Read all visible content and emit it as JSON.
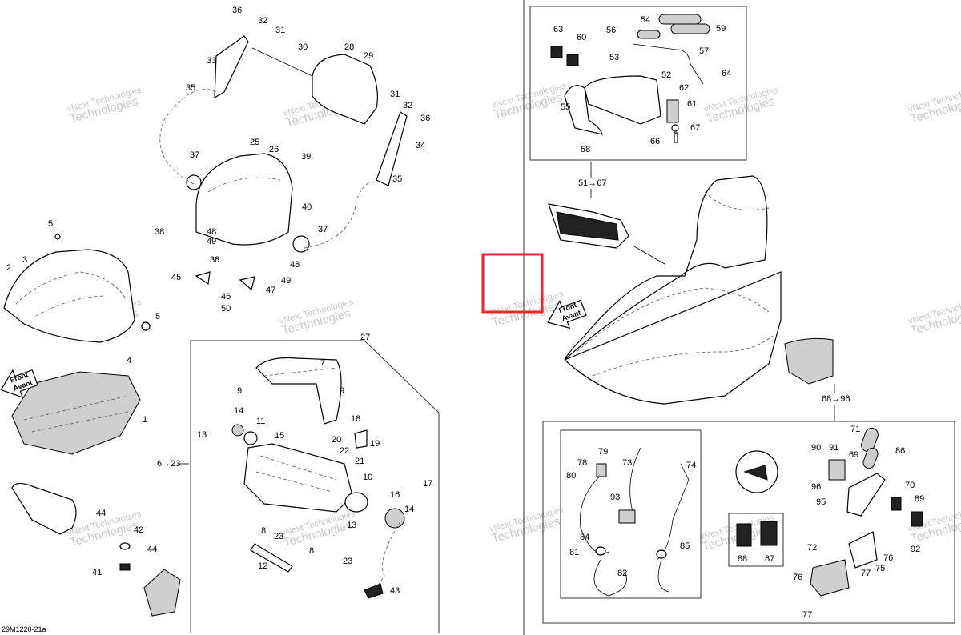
{
  "document_code": "29M1220-21a",
  "watermark": {
    "line1": "vNext Technologies",
    "line2": "Technologies"
  },
  "front_arrow": {
    "line1": "Front",
    "line2": "Avant"
  },
  "range_labels": {
    "r_6_23": "6→23",
    "r_51_67": "51→67",
    "r_68_96": "68→96"
  },
  "callouts": {
    "c1": "1",
    "c2": "2",
    "c3": "3",
    "c4": "4",
    "c5a": "5",
    "c5b": "5",
    "c7": "7",
    "c8a": "8",
    "c8b": "8",
    "c9a": "9",
    "c9b": "9",
    "c10": "10",
    "c11": "11",
    "c12": "12",
    "c13a": "13",
    "c13b": "13",
    "c14a": "14",
    "c14b": "14",
    "c15": "15",
    "c16": "16",
    "c17": "17",
    "c18": "18",
    "c19": "19",
    "c20": "20",
    "c21": "21",
    "c22": "22",
    "c23a": "23",
    "c23b": "23",
    "c25": "25",
    "c26": "26",
    "c27": "27",
    "c28": "28",
    "c29": "29",
    "c30": "30",
    "c31a": "31",
    "c31b": "31",
    "c32a": "32",
    "c32b": "32",
    "c33": "33",
    "c34": "34",
    "c35a": "35",
    "c35b": "35",
    "c36a": "36",
    "c36b": "36",
    "c37a": "37",
    "c37b": "37",
    "c38a": "38",
    "c38b": "38",
    "c39": "39",
    "c40": "40",
    "c41": "41",
    "c42": "42",
    "c43": "43",
    "c44a": "44",
    "c44b": "44",
    "c45": "45",
    "c46": "46",
    "c47": "47",
    "c48a": "48",
    "c48b": "48",
    "c49a": "49",
    "c49b": "49",
    "c50": "50",
    "c52": "52",
    "c53": "53",
    "c54": "54",
    "c55": "55",
    "c56": "56",
    "c57": "57",
    "c58": "58",
    "c59": "59",
    "c60": "60",
    "c61": "61",
    "c62": "62",
    "c63": "63",
    "c64": "64",
    "c66": "66",
    "c67": "67",
    "c69": "69",
    "c70": "70",
    "c71": "71",
    "c72": "72",
    "c73": "73",
    "c74": "74",
    "c75": "75",
    "c76a": "76",
    "c76b": "76",
    "c77a": "77",
    "c77b": "77",
    "c78": "78",
    "c79": "79",
    "c80": "80",
    "c81": "81",
    "c82": "82",
    "c84": "84",
    "c85": "85",
    "c86": "86",
    "c87": "87",
    "c88": "88",
    "c89": "89",
    "c90": "90",
    "c91": "91",
    "c92": "92",
    "c93": "93",
    "c95": "95",
    "c96": "96"
  },
  "colors": {
    "line": "#000000",
    "watermark": "#c9c9c9",
    "highlight": "#e8262b"
  },
  "icon_names": [
    "front-arrow-icon",
    "range-arrow-icon"
  ]
}
